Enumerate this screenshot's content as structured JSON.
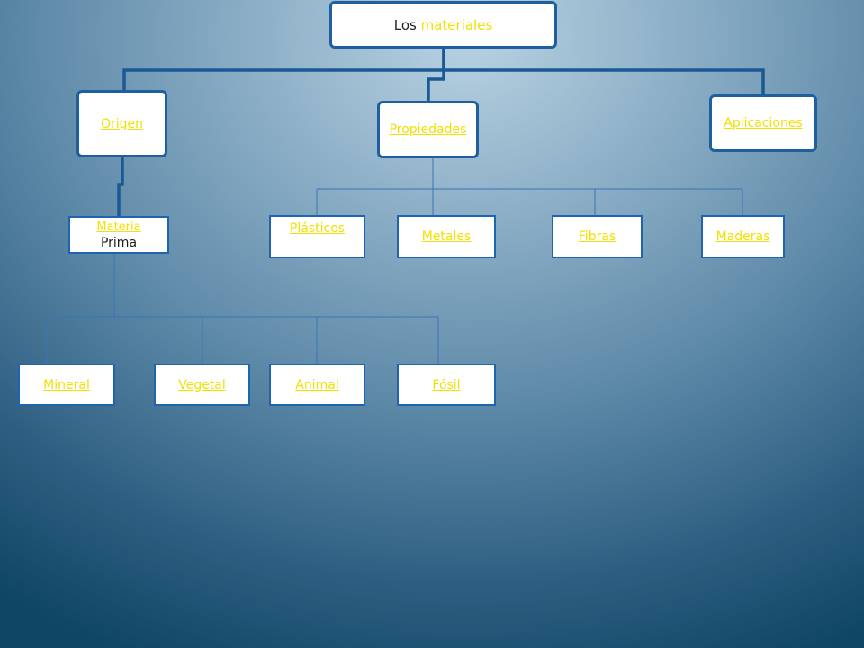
{
  "root": {
    "prefix": "Los",
    "link": "materiales"
  },
  "level1": {
    "origen": "Origen",
    "propiedades": "Propiedades",
    "aplicaciones": "Aplicaciones"
  },
  "materia": {
    "link": "Materia",
    "text": "Prima"
  },
  "materials": [
    "Plásticos",
    "Metales",
    "Fibras",
    "Maderas"
  ],
  "origins": [
    "Mineral",
    "Vegetal",
    "Animal",
    "Fósil"
  ],
  "colors": {
    "link": "#f2e000",
    "border": "#1f5fa0",
    "connector": "#2a64a8"
  }
}
